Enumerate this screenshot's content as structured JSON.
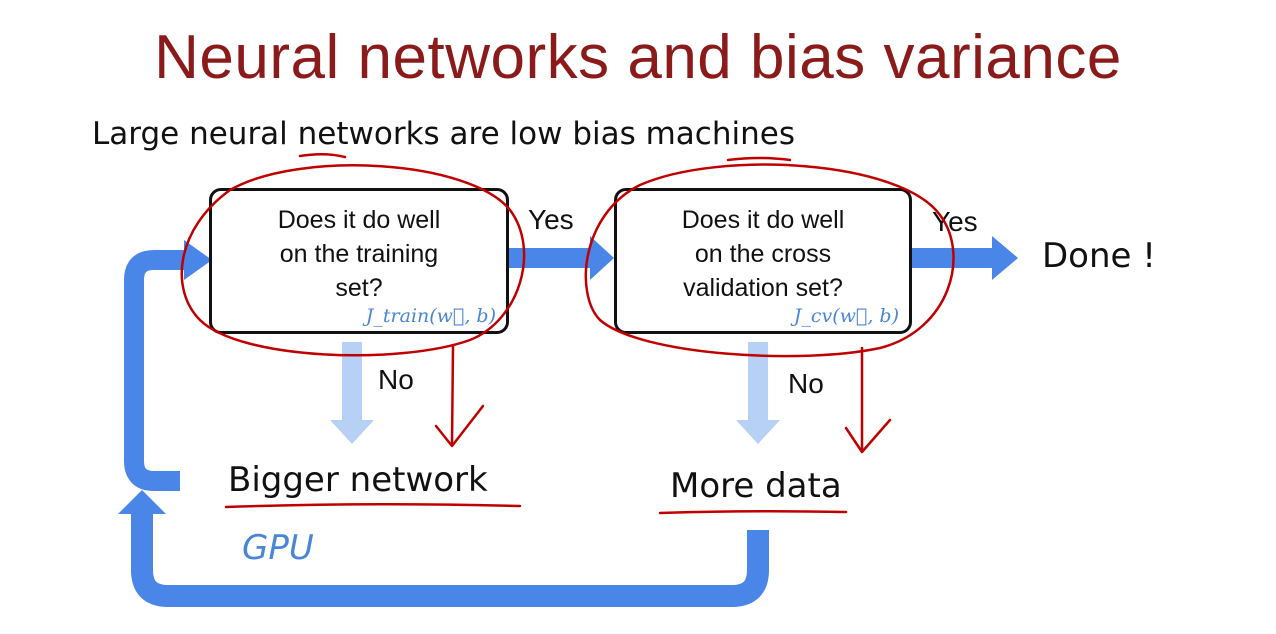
{
  "title": "Neural networks and bias variance",
  "subtitle": "Large neural networks are low bias machines",
  "box1": {
    "line1": "Does it do well",
    "line2": "on the training",
    "line3": "set?",
    "formula": "J_train(w⃗, b)"
  },
  "box2": {
    "line1": "Does it do well",
    "line2": "on the cross",
    "line3": "validation set?",
    "formula": "J_cv(w⃗, b)"
  },
  "labels": {
    "yes1": "Yes",
    "yes2": "Yes",
    "no1": "No",
    "no2": "No",
    "done": "Done !"
  },
  "actions": {
    "bigger": "Bigger network",
    "more": "More data",
    "gpu": "GPU"
  },
  "colors": {
    "title": "#8b1a1a",
    "arrow": "#4a86e8",
    "arrow_light": "#b7d0f5",
    "annotation": "#c00000"
  }
}
